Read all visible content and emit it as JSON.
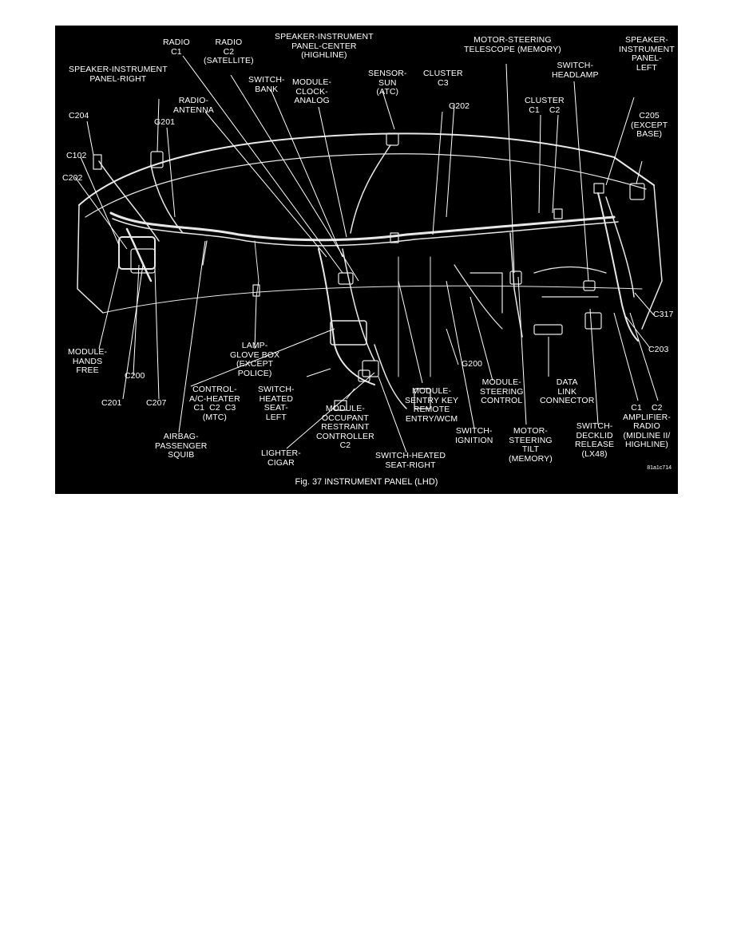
{
  "figure": {
    "caption": "Fig. 37  INSTRUMENT PANEL (LHD)",
    "code": "81a1c714",
    "labels": {
      "radio_c1": "RADIO\nC1",
      "radio_c2": "RADIO\nC2\n(SATELLITE)",
      "speaker_center": "SPEAKER-INSTRUMENT\nPANEL-CENTER\n(HIGHLINE)",
      "motor_telescope": "MOTOR-STEERING\nTELESCOPE (MEMORY)",
      "speaker_left": "SPEAKER-\nINSTRUMENT\nPANEL-\nLEFT",
      "speaker_right": "SPEAKER-INSTRUMENT\nPANEL-RIGHT",
      "switch_bank": "SWITCH-\nBANK",
      "module_clock": "MODULE-\nCLOCK-\nANALOG",
      "sensor_sun": "SENSOR-\nSUN\n(ATC)",
      "cluster_c3": "CLUSTER\nC3",
      "switch_headlamp": "SWITCH-\nHEADLAMP",
      "c204": "C204",
      "radio_antenna": "RADIO-\nANTENNA",
      "g202": "G202",
      "cluster_c1_c2": "CLUSTER\nC1    C2",
      "c205": "C205\n(EXCEPT\nBASE)",
      "g201": "G201",
      "c102": "C102",
      "c202": "C202",
      "c317": "C317",
      "c203": "C203",
      "module_hands_free": "MODULE-\nHANDS\nFREE",
      "lamp_glove_box": "LAMP-\nGLOVE BOX\n(EXCEPT\nPOLICE)",
      "g200": "G200",
      "module_steering_control": "MODULE-\nSTEERING\nCONTROL",
      "data_link": "DATA\nLINK\nCONNECTOR",
      "c200": "C200",
      "control_ac_heater": "CONTROL-\nA/C-HEATER\nC1  C2  C3\n(MTC)",
      "switch_heated_left": "SWITCH-\nHEATED\nSEAT-\nLEFT",
      "module_sentry": "MODULE-\nSENTRY KEY\nREMOTE\nENTRY/WCM",
      "c201": "C201",
      "c207": "C207",
      "module_occupant": "MODULE-\nOCCUPANT\nRESTRAINT\nCONTROLLER\nC2",
      "switch_ignition": "SWITCH-\nIGNITION",
      "motor_tilt": "MOTOR-\nSTEERING\nTILT\n(MEMORY)",
      "switch_decklid": "SWITCH-\nDECKLID\nRELEASE\n(LX48)",
      "amplifier_radio": "C1    C2\nAMPLIFIER-\nRADIO\n(MIDLINE II/\nHIGHLINE)",
      "airbag_passenger": "AIRBAG-\nPASSENGER\nSQUIB",
      "lighter_cigar": "LIGHTER-\nCIGAR",
      "switch_heated_right": "SWITCH-HEATED\nSEAT-RIGHT"
    }
  },
  "colors": {
    "background": "#000000",
    "ink": "#ffffff",
    "page": "#ffffff"
  }
}
